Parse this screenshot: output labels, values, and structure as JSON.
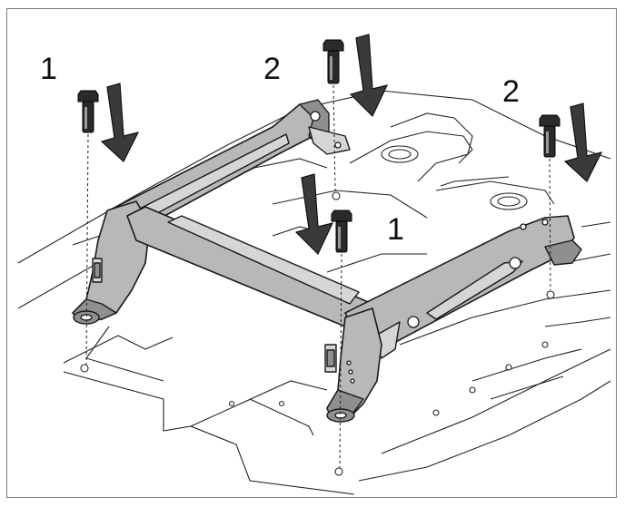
{
  "diagram": {
    "callouts": {
      "bolt_front_left": "1",
      "bolt_front_center": "1",
      "bolt_rear_left": "2",
      "bolt_rear_right": "2"
    }
  }
}
